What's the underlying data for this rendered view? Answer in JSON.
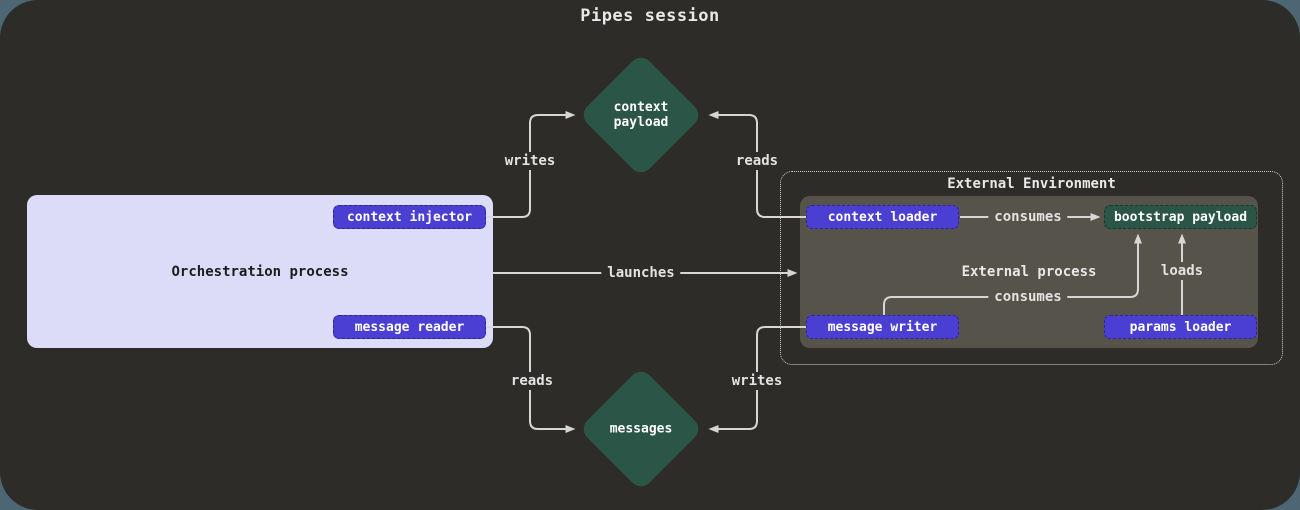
{
  "diagram": {
    "title": "Pipes session",
    "orchestration": {
      "label": "Orchestration process",
      "buttons": {
        "context_injector": "context injector",
        "message_reader": "message reader"
      }
    },
    "external_env": {
      "title": "External Environment",
      "process_label": "External process",
      "nodes": {
        "context_loader": "context loader",
        "bootstrap_payload": "bootstrap payload",
        "message_writer": "message writer",
        "params_loader": "params loader"
      }
    },
    "diamonds": {
      "context_payload": "context payload",
      "messages": "messages"
    },
    "edges": {
      "writes_top": "writes",
      "reads_top": "reads",
      "launches": "launches",
      "reads_bottom": "reads",
      "writes_bottom": "writes",
      "consumes_top": "consumes",
      "consumes_bottom": "consumes",
      "loads": "loads"
    }
  },
  "colors": {
    "page_bg": "#4d6673",
    "canvas_bg": "#2d2c29",
    "node_purple": "#4b3ed2",
    "node_teal": "#2b5547",
    "orchestration_bg": "#dcdcf8",
    "process_bg": "#56534a",
    "edge_line": "#d6d6d6",
    "text_light": "#e8e8e8",
    "text_dark": "#1c1c1c",
    "dotted_border": "#cfcfcf"
  }
}
